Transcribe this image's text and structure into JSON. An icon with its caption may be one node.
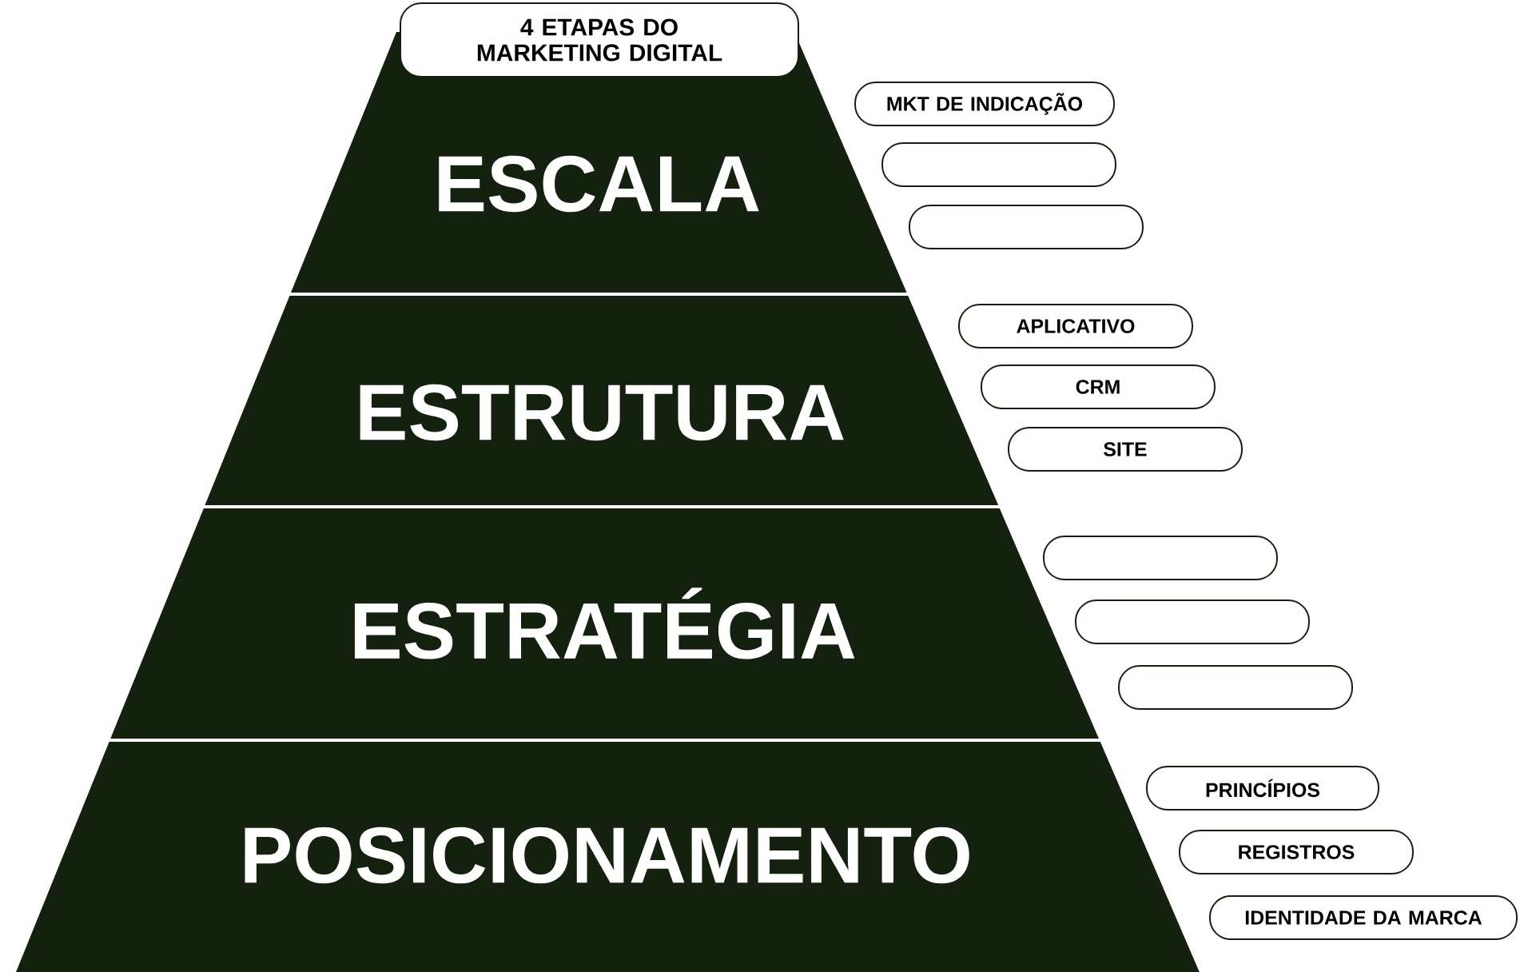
{
  "diagram": {
    "nodes": [
      {
        "text": [
          "4 ETAPAS DO MARKETING DIGITAL"
        ]
      },
      {
        "text": [
          "ESCALA"
        ]
      },
      {
        "text": [
          "ESTRUTURA"
        ]
      },
      {
        "text": [
          "ESTRATÉGIA"
        ]
      },
      {
        "text": [
          "POSICIONAMENTO"
        ]
      },
      {
        "text": [
          "MKT DE INDICAÇÃO"
        ]
      },
      {
        "text": [],
        "shape": "box"
      },
      {
        "text": [],
        "shape": "box"
      },
      {
        "text": [
          "APLICATIVO"
        ]
      },
      {
        "text": [
          "CRM"
        ]
      },
      {
        "text": [
          "SITE"
        ]
      },
      {
        "text": [],
        "shape": "box"
      },
      {
        "text": [],
        "shape": "box"
      },
      {
        "text": [],
        "shape": "box"
      },
      {
        "text": [
          "PRINCÍPIOS"
        ]
      },
      {
        "text": [
          "REGISTROS"
        ]
      },
      {
        "text": [
          "IDENTIDADE DA MARCA"
        ]
      }
    ]
  }
}
